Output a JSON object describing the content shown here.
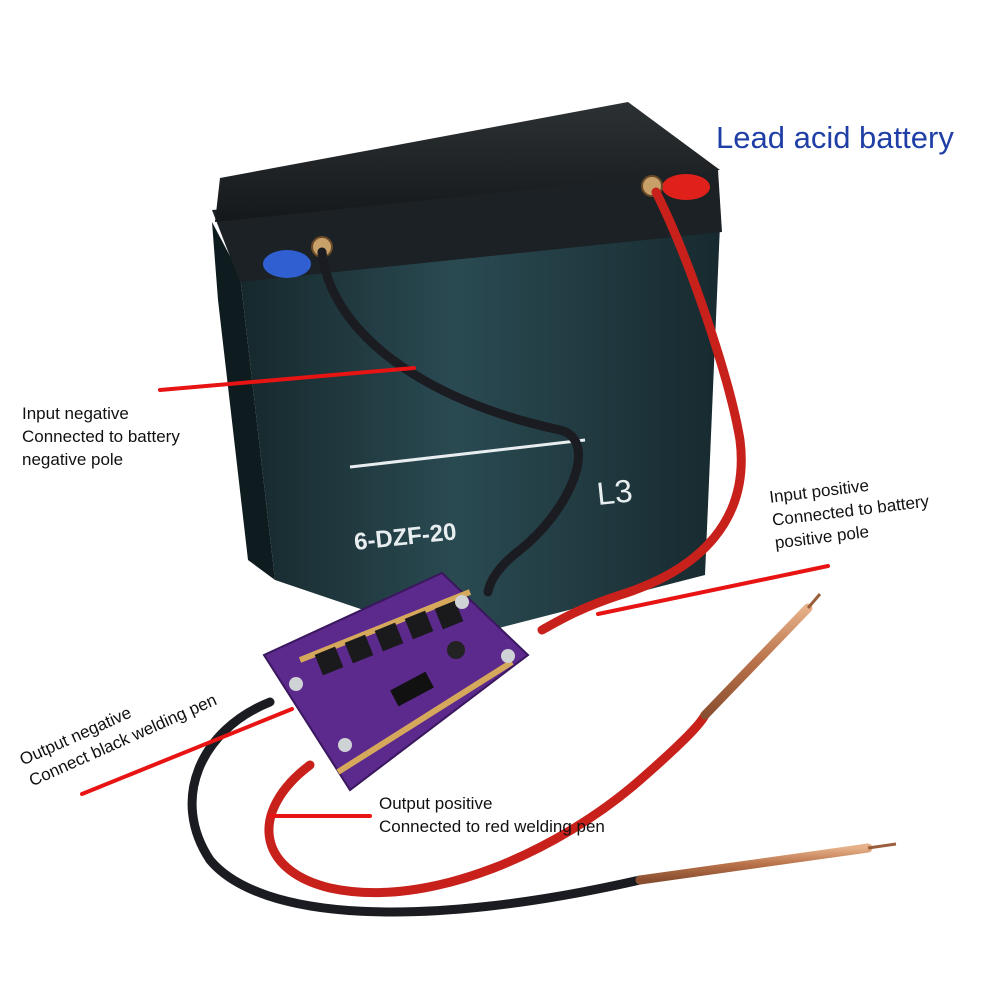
{
  "title": "Lead acid battery",
  "battery": {
    "model_text": "6-DZF-20",
    "size_mark": "L3"
  },
  "labels": {
    "input_negative": [
      "Input negative",
      "Connected to battery",
      "negative pole"
    ],
    "input_positive": [
      "Input positive",
      "Connected to battery",
      "positive pole"
    ],
    "output_negative": [
      "Output negative",
      "Connect black welding pen"
    ],
    "output_positive": [
      "Output positive",
      "Connected to red welding pen"
    ]
  },
  "colors": {
    "title": "#1f3fa6",
    "pointer_line": "#e81414",
    "battery_body": "#1f3a40",
    "battery_lid": "#202426",
    "pcb": "#5b2a8c",
    "red_cable": "#c8201a",
    "black_cable": "#1b1c22",
    "copper_pen": "#c9865a"
  }
}
